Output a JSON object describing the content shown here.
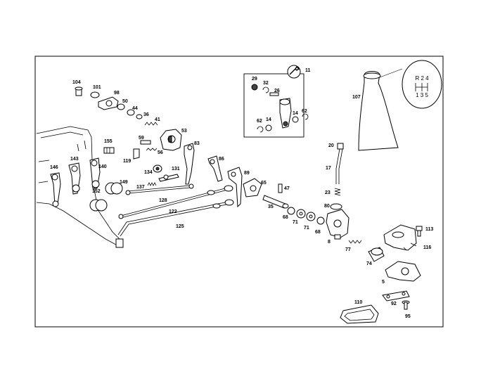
{
  "part_numbers": {
    "p104": "104",
    "p101": "101",
    "p98": "98",
    "p50": "50",
    "p44": "44",
    "p36": "36",
    "p41": "41",
    "p53": "53",
    "p155": "155",
    "p59": "59",
    "p56": "56",
    "p119": "119",
    "p83": "83",
    "p143": "143",
    "p146": "146",
    "p140": "140",
    "p134": "134",
    "p131": "131",
    "p137": "137",
    "p86": "86",
    "p152": "152",
    "p149": "149",
    "p128": "128",
    "p122": "122",
    "p125": "125",
    "p89": "89",
    "p65": "65",
    "p47": "47",
    "p35": "35",
    "p68a": "68",
    "p71a": "71",
    "p71b": "71",
    "p68b": "68",
    "p8": "8",
    "p29": "29",
    "p32": "32",
    "p26": "26",
    "p11": "11",
    "p62a": "62",
    "p14a": "14",
    "p14b": "14",
    "p62b": "62",
    "p107": "107",
    "p20": "20",
    "p17": "17",
    "p23": "23",
    "p80": "80",
    "p77": "77",
    "p74": "74",
    "p113": "113",
    "p116": "116",
    "p5": "5",
    "p110": "110",
    "p92": "92",
    "p95": "95"
  },
  "shift_pattern": {
    "top": "R 2 4",
    "bottom": "1 3 5"
  },
  "colors": {
    "line": "#000000",
    "background": "#ffffff"
  }
}
